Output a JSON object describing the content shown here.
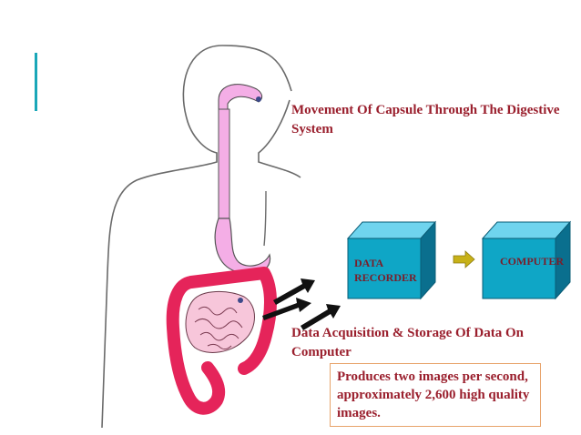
{
  "labels": {
    "capsule_movement": "Movement Of Capsule Through The Digestive System",
    "data_acquisition": "Data Acquisition & Storage Of Data On Computer",
    "recorder_line1": "DATA",
    "recorder_line2": "RECORDER",
    "computer": "COMPUTER",
    "images_note": "Produces two images per second, approximately 2,600 high quality images."
  },
  "colors": {
    "accent": "#1aa7b8",
    "text": "#9a1f2d",
    "box_front": "#0fa6c6",
    "box_top": "#6fd4ee",
    "box_side": "#0a6f8e",
    "stomach": "#f4aee6",
    "colon": "#e5245a",
    "small_intestine": "#f7c6da",
    "arrow_gold": "#c7b118",
    "note_border": "#e7a36a"
  }
}
